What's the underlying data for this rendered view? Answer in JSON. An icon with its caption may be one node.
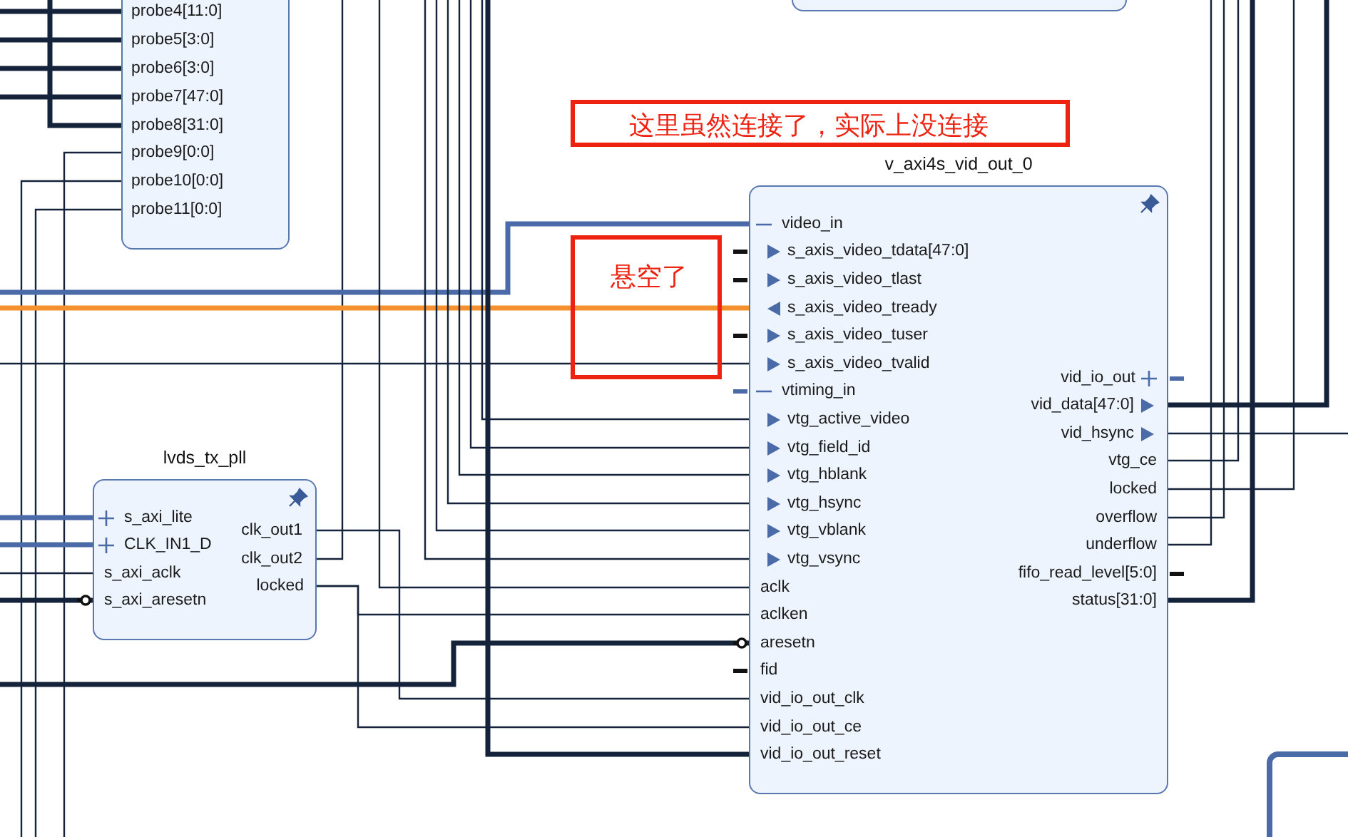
{
  "diagram": {
    "nodes": [
      {
        "text": [],
        "shape": "box"
      },
      {
        "text": [
          "probe4[11:0]"
        ],
        "in": 0
      },
      {
        "text": [
          "probe5[3:0]"
        ],
        "in": 0
      },
      {
        "text": [
          "probe6[3:0]"
        ],
        "in": 0
      },
      {
        "text": [
          "probe7[47:0]"
        ],
        "in": 0
      },
      {
        "text": [
          "probe8[31:0]"
        ],
        "in": 0
      },
      {
        "text": [
          "probe9[0:0]"
        ],
        "in": 0
      },
      {
        "text": [
          "probe10[0:0]"
        ],
        "in": 0
      },
      {
        "text": [
          "probe11[0:0]"
        ],
        "in": 0
      },
      {
        "text": [],
        "shape": "box"
      },
      {
        "text": [
          "这里虽然连接了，实际上没连接"
        ]
      },
      {
        "text": [
          "悬空了"
        ]
      },
      {
        "text": [
          "lvds_tx_pll"
        ]
      },
      {
        "text": [
          "s_axi_lite"
        ],
        "in": 12
      },
      {
        "text": [
          "CLK_IN1_D"
        ],
        "in": 12
      },
      {
        "text": [
          "s_axi_aclk"
        ],
        "in": 12
      },
      {
        "text": [
          "s_axi_aresetn"
        ],
        "in": 12
      },
      {
        "text": [
          "clk_out1"
        ],
        "in": 12
      },
      {
        "text": [
          "clk_out2"
        ],
        "in": 12
      },
      {
        "text": [
          "locked"
        ],
        "in": 12
      },
      {
        "text": [
          "v_axi4s_vid_out_0"
        ]
      },
      {
        "text": [
          "video_in"
        ],
        "in": 20
      },
      {
        "text": [
          "s_axis_video_tdata[47:0]"
        ],
        "in": 20
      },
      {
        "text": [
          "s_axis_video_tlast"
        ],
        "in": 20
      },
      {
        "text": [
          "s_axis_video_tready"
        ],
        "in": 20
      },
      {
        "text": [
          "s_axis_video_tuser"
        ],
        "in": 20
      },
      {
        "text": [
          "s_axis_video_tvalid"
        ],
        "in": 20
      },
      {
        "text": [
          "vtiming_in"
        ],
        "in": 20
      },
      {
        "text": [
          "vtg_active_video"
        ],
        "in": 20
      },
      {
        "text": [
          "vtg_field_id"
        ],
        "in": 20
      },
      {
        "text": [
          "vtg_hblank"
        ],
        "in": 20
      },
      {
        "text": [
          "vtg_hsync"
        ],
        "in": 20
      },
      {
        "text": [
          "vtg_vblank"
        ],
        "in": 20
      },
      {
        "text": [
          "vtg_vsync"
        ],
        "in": 20
      },
      {
        "text": [
          "aclk"
        ],
        "in": 20
      },
      {
        "text": [
          "aclken"
        ],
        "in": 20
      },
      {
        "text": [
          "aresetn"
        ],
        "in": 20
      },
      {
        "text": [
          "fid"
        ],
        "in": 20
      },
      {
        "text": [
          "vid_io_out_clk"
        ],
        "in": 20
      },
      {
        "text": [
          "vid_io_out_ce"
        ],
        "in": 20
      },
      {
        "text": [
          "vid_io_out_reset"
        ],
        "in": 20
      },
      {
        "text": [
          "vid_io_out"
        ],
        "in": 20
      },
      {
        "text": [
          "vid_data[47:0]"
        ],
        "in": 20
      },
      {
        "text": [
          "vid_hsync"
        ],
        "in": 20
      },
      {
        "text": [
          "vtg_ce"
        ],
        "in": 20
      },
      {
        "text": [
          "locked"
        ],
        "in": 20
      },
      {
        "text": [
          "overflow"
        ],
        "in": 20
      },
      {
        "text": [
          "underflow"
        ],
        "in": 20
      },
      {
        "text": [
          "fifo_read_level[5:0]"
        ],
        "in": 20
      },
      {
        "text": [
          "status[31:0]"
        ],
        "in": 20
      },
      {
        "text": [],
        "shape": "box"
      }
    ],
    "edges": [
      {
        "from": null,
        "to": 1,
        "arrow": "none",
        "style": "thick"
      },
      {
        "from": null,
        "to": 2,
        "arrow": "none",
        "style": "thick"
      },
      {
        "from": null,
        "to": 3,
        "arrow": "none",
        "style": "thick"
      },
      {
        "from": null,
        "to": 4,
        "arrow": "none",
        "style": "thick"
      },
      {
        "from": null,
        "to": 5,
        "arrow": "none",
        "style": "thick"
      },
      {
        "from": null,
        "to": 6,
        "arrow": "none"
      },
      {
        "from": null,
        "to": 7,
        "arrow": "none"
      },
      {
        "from": null,
        "to": 8,
        "arrow": "none"
      },
      {
        "from": null,
        "to": 13,
        "arrow": "none",
        "style": "thick",
        "color": "#4a6aa8"
      },
      {
        "from": null,
        "to": 14,
        "arrow": "none",
        "style": "thick",
        "color": "#4a6aa8"
      },
      {
        "from": null,
        "to": 15,
        "arrow": "none"
      },
      {
        "from": null,
        "to": 16,
        "arrow": "none",
        "style": "thick"
      },
      {
        "from": 17,
        "to": 38,
        "arrow": "none"
      },
      {
        "from": 18,
        "to": null,
        "arrow": "none"
      },
      {
        "from": 19,
        "to": 35,
        "arrow": "none"
      },
      {
        "from": 19,
        "to": 39,
        "arrow": "none"
      },
      {
        "from": null,
        "to": 21,
        "arrow": "none",
        "style": "thick",
        "color": "#4a6aa8"
      },
      {
        "from": null,
        "to": 24,
        "arrow": "none",
        "style": "thick",
        "color": "#f5902f"
      },
      {
        "from": null,
        "to": 26,
        "arrow": "none"
      },
      {
        "from": null,
        "to": 28,
        "arrow": "none"
      },
      {
        "from": null,
        "to": 29,
        "arrow": "none"
      },
      {
        "from": null,
        "to": 30,
        "arrow": "none"
      },
      {
        "from": null,
        "to": 31,
        "arrow": "none"
      },
      {
        "from": null,
        "to": 32,
        "arrow": "none"
      },
      {
        "from": null,
        "to": 33,
        "arrow": "none"
      },
      {
        "from": null,
        "to": 34,
        "arrow": "none"
      },
      {
        "from": null,
        "to": 36,
        "arrow": "none",
        "style": "thick"
      },
      {
        "from": null,
        "to": 40,
        "arrow": "none",
        "style": "thick"
      },
      {
        "from": 42,
        "to": null,
        "arrow": "none",
        "style": "thick"
      },
      {
        "from": 43,
        "to": null,
        "arrow": "none"
      },
      {
        "from": 44,
        "to": null,
        "arrow": "none"
      },
      {
        "from": 45,
        "to": null,
        "arrow": "none"
      },
      {
        "from": 46,
        "to": null,
        "arrow": "none"
      },
      {
        "from": 47,
        "to": null,
        "arrow": "none"
      },
      {
        "from": 49,
        "to": null,
        "arrow": "none",
        "style": "thick"
      }
    ]
  }
}
